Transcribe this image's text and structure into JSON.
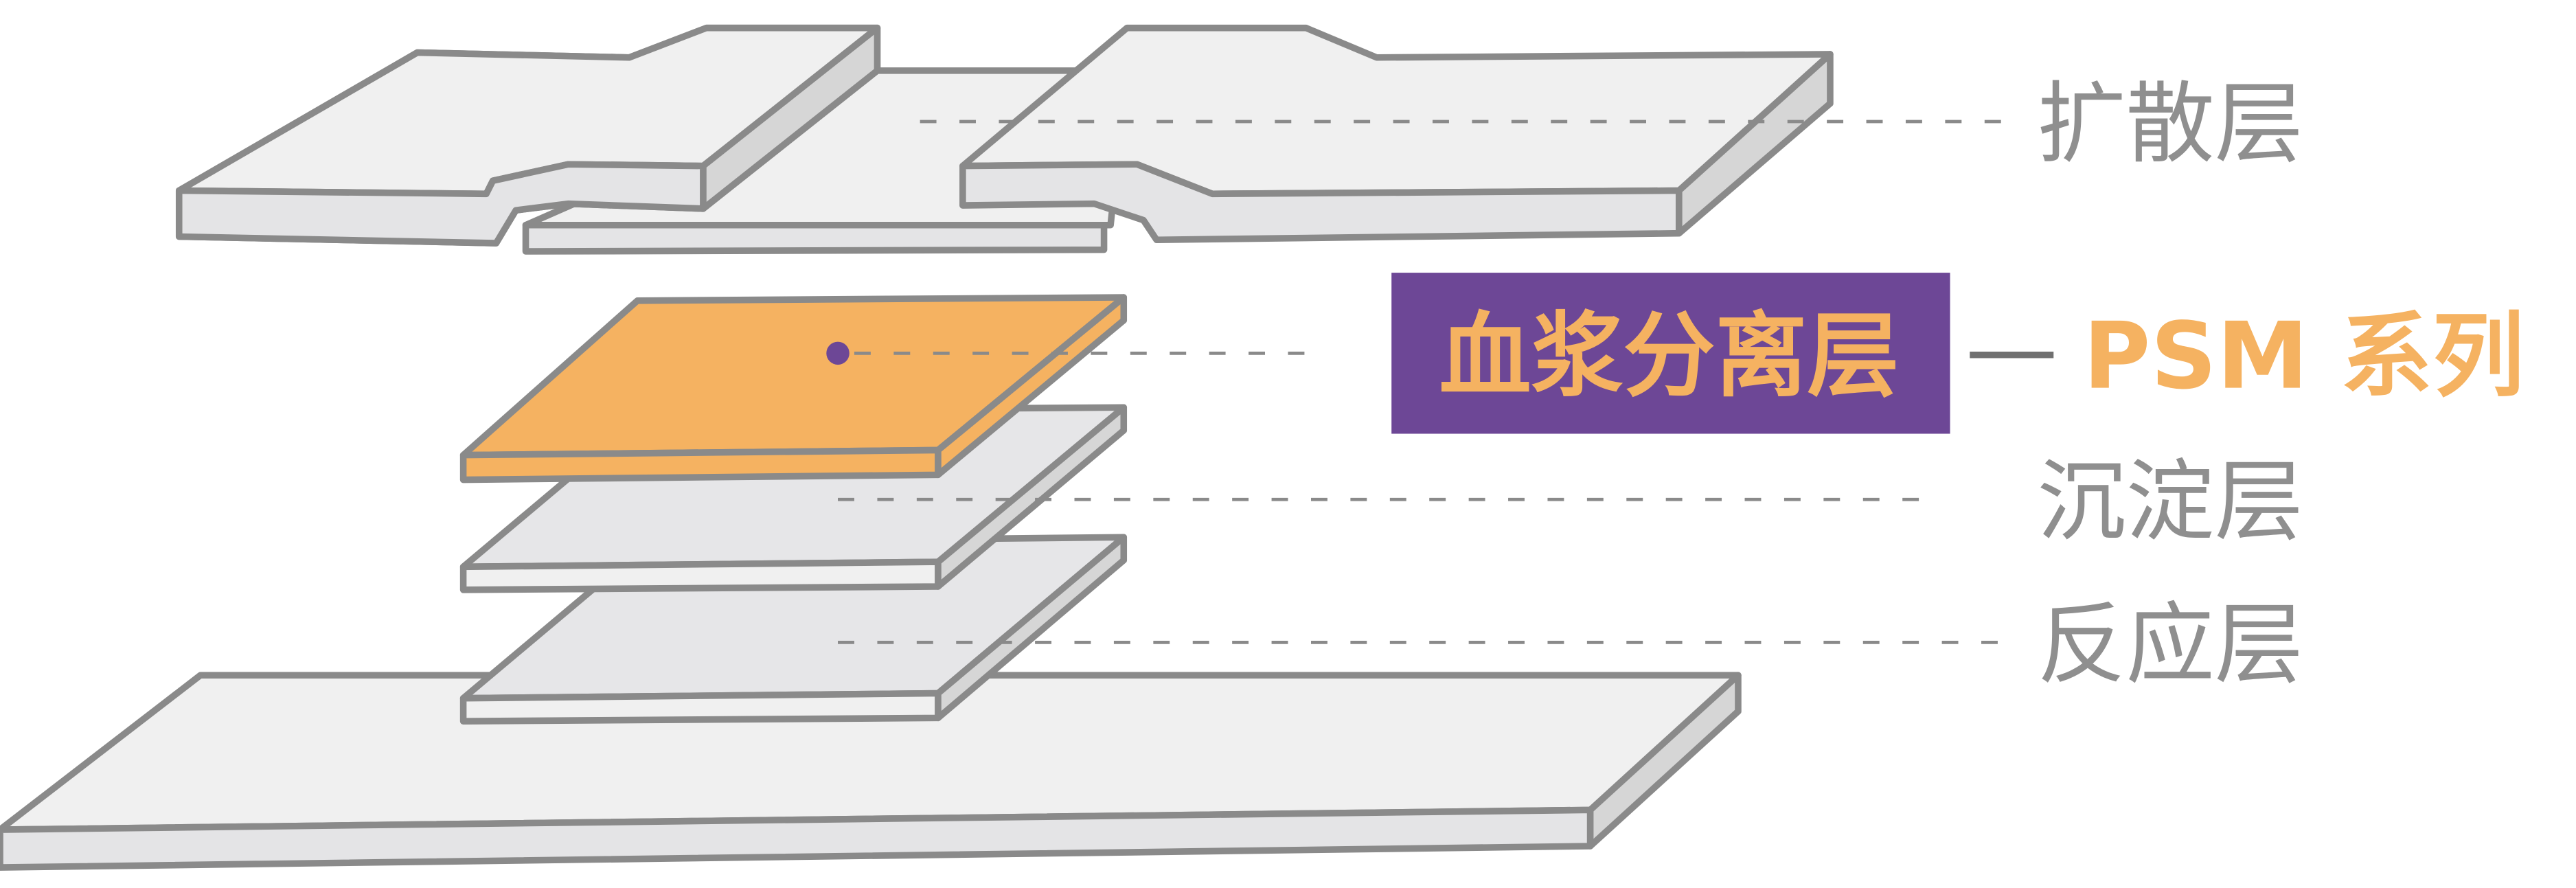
{
  "labels": {
    "diffusion": "扩散层",
    "plasma": "血浆分离层",
    "series": "PSM 系列",
    "sediment": "沉淀层",
    "reaction": "反应层"
  },
  "colors": {
    "highlight_box": "#6d4796",
    "highlight_text": "#f5b261",
    "plasma_layer": "#f5b261",
    "outline": "#8a8a8a",
    "label_text": "#8f8f8f"
  }
}
